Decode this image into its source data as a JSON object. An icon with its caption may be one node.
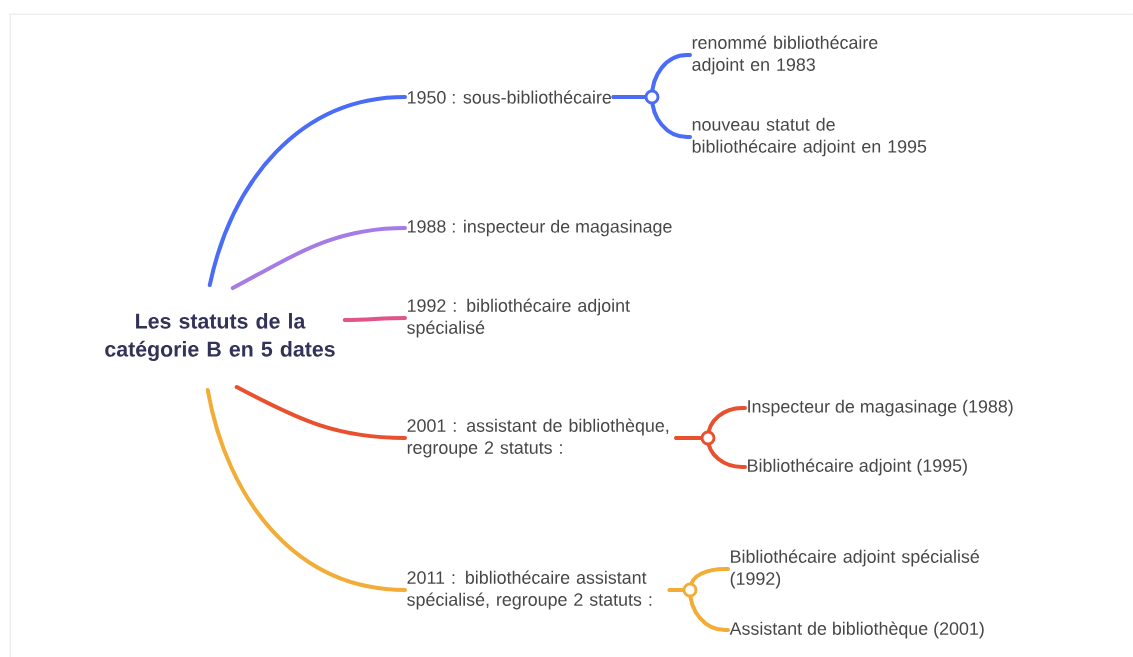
{
  "diagram": {
    "nodes": [
      {
        "text": [
          "Les statuts de la catégorie B en 5 dates"
        ]
      },
      {
        "text": [
          "1950 : sous-bibliothécaire"
        ]
      },
      {
        "text": [
          "renommé bibliothécaire adjoint en 1983"
        ]
      },
      {
        "text": [
          "nouveau statut de bibliothécaire adjoint en 1995"
        ]
      },
      {
        "text": [
          "1988 : inspecteur de magasinage"
        ]
      },
      {
        "text": [
          "1992 : bibliothécaire adjoint spécialisé"
        ]
      },
      {
        "text": [
          "2001 : assistant de bibliothèque, regroupe 2 statuts :"
        ]
      },
      {
        "text": [
          "Inspecteur de magasinage (1988)"
        ]
      },
      {
        "text": [
          "Bibliothécaire adjoint (1995)"
        ]
      },
      {
        "text": [
          "2011 : bibliothécaire assistant spécialisé, regroupe 2 statuts :"
        ]
      },
      {
        "text": [
          "Bibliothécaire adjoint spécialisé (1992)"
        ]
      },
      {
        "text": [
          "Assistant de bibliothèque (2001)"
        ]
      }
    ],
    "edges": [
      {
        "from": 0,
        "to": 1,
        "arrow": "none",
        "color": "#4a6cf7"
      },
      {
        "from": 0,
        "to": 4,
        "arrow": "none",
        "color": "#a57be6"
      },
      {
        "from": 0,
        "to": 5,
        "arrow": "none",
        "color": "#e0548a"
      },
      {
        "from": 0,
        "to": 6,
        "arrow": "none",
        "color": "#e8502e"
      },
      {
        "from": 0,
        "to": 9,
        "arrow": "none",
        "color": "#f2ad38"
      },
      {
        "from": 1,
        "to": 2,
        "arrow": "none",
        "color": "#4a6cf7"
      },
      {
        "from": 1,
        "to": 3,
        "arrow": "none",
        "color": "#4a6cf7"
      },
      {
        "from": 6,
        "to": 7,
        "arrow": "none",
        "color": "#e8502e"
      },
      {
        "from": 6,
        "to": 8,
        "arrow": "none",
        "color": "#e8502e"
      },
      {
        "from": 9,
        "to": 10,
        "arrow": "none",
        "color": "#f2ad38"
      },
      {
        "from": 9,
        "to": 11,
        "arrow": "none",
        "color": "#f2ad38"
      }
    ]
  }
}
